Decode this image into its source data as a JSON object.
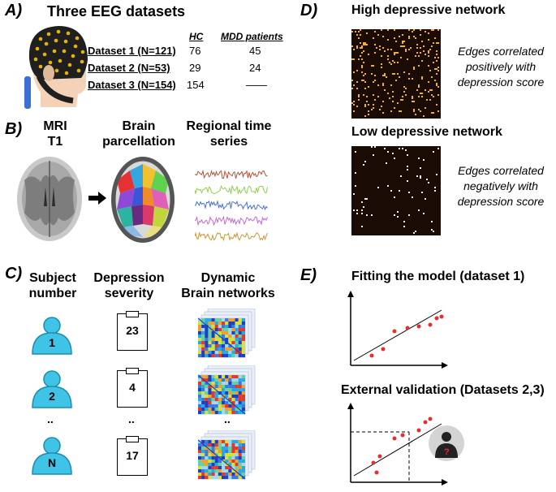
{
  "panel_a": {
    "label": "A)",
    "title": "Three EEG datasets",
    "col_hc": "HC",
    "col_mdd": "MDD patients",
    "rows": [
      {
        "name": "Dataset 1 (N=121)",
        "hc": "76",
        "mdd": "45"
      },
      {
        "name": "Dataset 2 (N=53)",
        "hc": "29",
        "mdd": "24"
      },
      {
        "name": "Dataset 3 (N=154)",
        "hc": "154",
        "mdd": "——"
      }
    ]
  },
  "panel_b": {
    "label": "B)",
    "mri": "MRI\nT1",
    "parcellation": "Brain\nparcellation",
    "timeseries": "Regional time\nseries",
    "series_colors": [
      "#b5533c",
      "#8fd14f",
      "#4a6fd8",
      "#c46ad6",
      "#c9973a"
    ]
  },
  "panel_c": {
    "label": "C)",
    "subject": "Subject\nnumber",
    "severity": "Depression\nseverity",
    "dynamic": "Dynamic\nBrain networks",
    "subjects": [
      "1",
      "2",
      "N"
    ],
    "scores": [
      "23",
      "4",
      "17"
    ],
    "ellipsis": ".."
  },
  "panel_d": {
    "label": "D)",
    "high_title": "High depressive network",
    "high_desc": "Edges correlated\npositively with\ndepression score",
    "low_title": "Low depressive network",
    "low_desc": "Edges correlated\nnegatively with\ndepression score"
  },
  "panel_e": {
    "label": "E)",
    "fit_title": "Fitting the model (dataset 1)",
    "val_title": "External validation (Datasets 2,3)"
  },
  "colors": {
    "person": "#3fc3e6",
    "person_dark": "#1c8db0",
    "heatmap_bg": "#1a0c05",
    "high_edge": "#f0b030",
    "low_edge": "#f5f0dc",
    "point": "#e03030"
  }
}
